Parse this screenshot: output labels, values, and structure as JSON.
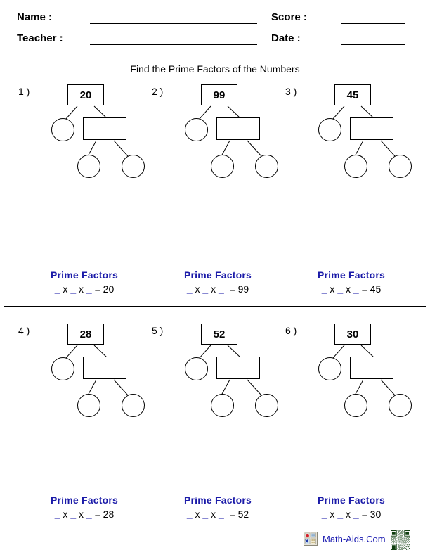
{
  "header": {
    "name_label": "Name :",
    "teacher_label": "Teacher :",
    "score_label": "Score :",
    "date_label": "Date :",
    "name_value": "",
    "teacher_value": "",
    "score_value": "",
    "date_value": ""
  },
  "worksheet": {
    "title": "Find the Prime Factors of the Numbers",
    "answer_heading": "Prime Factors"
  },
  "colors": {
    "heading_blue": "#1a1aa8",
    "brand_blue": "#1a1ab0",
    "ink_black": "#000000",
    "page_white": "#ffffff"
  },
  "problems": [
    {
      "number": "1 )",
      "root_value": "20",
      "answer_expression": "_ x _ x _ = 20"
    },
    {
      "number": "2 )",
      "root_value": "99",
      "answer_expression": "_ x _ x _  = 99"
    },
    {
      "number": "3 )",
      "root_value": "45",
      "answer_expression": "_ x _ x _ = 45"
    },
    {
      "number": "4 )",
      "root_value": "28",
      "answer_expression": "_ x _ x _ = 28"
    },
    {
      "number": "5 )",
      "root_value": "52",
      "answer_expression": "_ x _ x _  = 52"
    },
    {
      "number": "6 )",
      "root_value": "30",
      "answer_expression": "_ x _ x _ = 30"
    }
  ],
  "footer": {
    "brand_name": "Math-Aids.Com",
    "brand_icon": "calculator-icon",
    "qr_icon": "qr-code"
  }
}
